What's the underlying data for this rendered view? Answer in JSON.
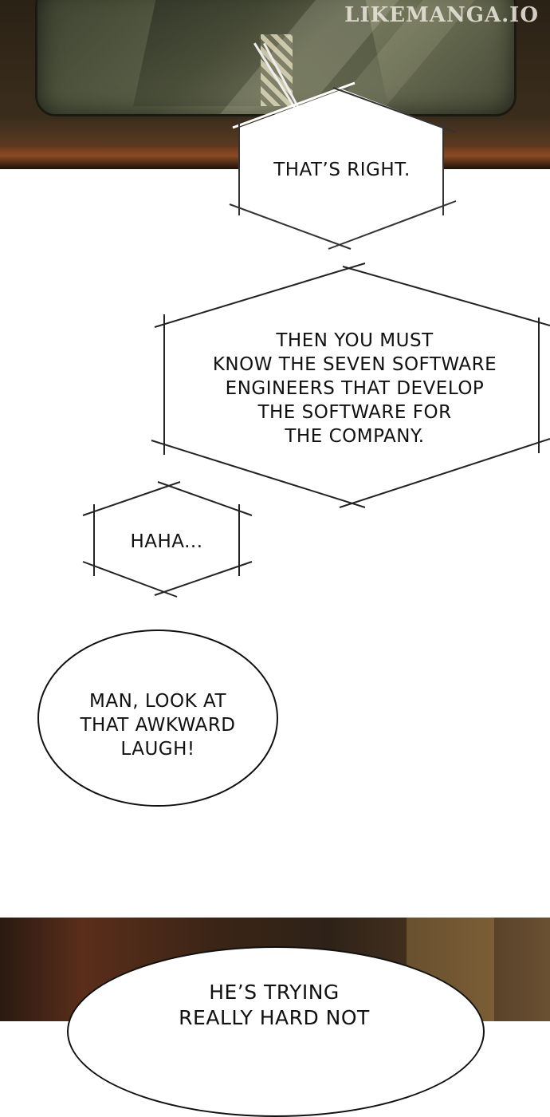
{
  "watermark": "LIKEMANGA.IO",
  "bubbles": {
    "b1": "THAT’S RIGHT.",
    "b2": [
      "THEN YOU MUST",
      "KNOW THE SEVEN SOFTWARE",
      "ENGINEERS THAT DEVELOP",
      "THE SOFTWARE FOR",
      "THE COMPANY."
    ],
    "b3": "HAHA...",
    "b4": [
      "MAN, LOOK AT",
      "THAT AWKWARD",
      "LAUGH!"
    ],
    "b5": [
      "HE’S TRYING",
      "REALLY HARD NOT"
    ]
  }
}
